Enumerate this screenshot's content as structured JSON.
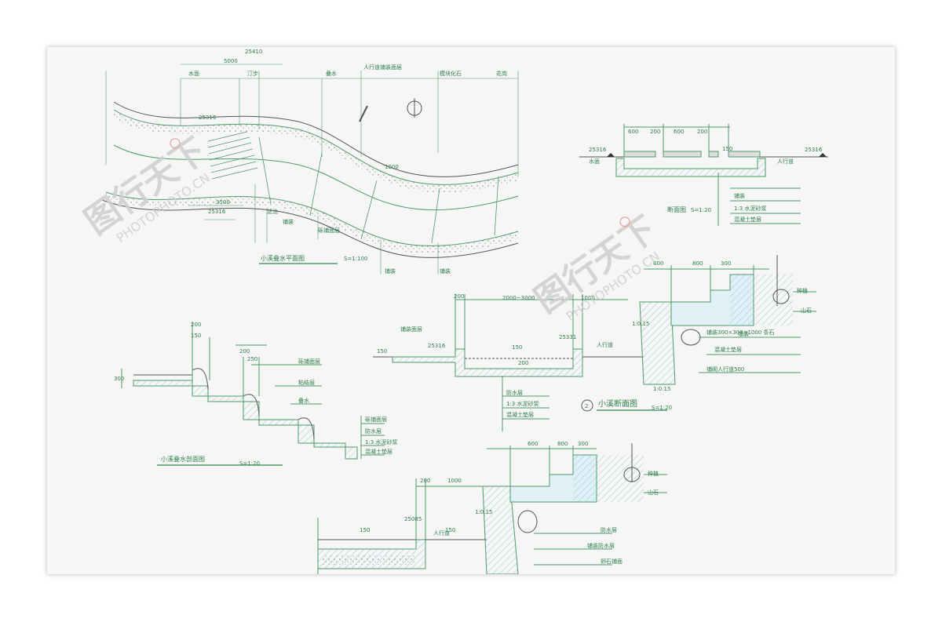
{
  "colors": {
    "line": "#4f9a6b",
    "text": "#2e7d4a",
    "hatch": "#7fb8c8",
    "wmark": "#cfcfcf",
    "ground": "#3a3a3a"
  },
  "watermark": {
    "cn": "图行天下",
    "en": "PHOTOPHOTO.CN"
  },
  "plan": {
    "dims": [
      "25410",
      "5000",
      "25316",
      "3500",
      "25316",
      "1000"
    ],
    "labels": [
      "水面",
      "汀步",
      "叠水",
      "人行道铺装面层",
      "模块化石",
      "花岗",
      "滤池",
      "铺装",
      "砾铺面层",
      "铺装",
      "铺装"
    ],
    "title": "小溪叠水平面图",
    "scale": "S=1:100"
  },
  "section_top": {
    "dims": [
      "600",
      "200",
      "600",
      "200",
      "150"
    ],
    "elev": [
      "25316",
      "25316"
    ],
    "labels": [
      "水面",
      "人行道",
      "铺装",
      "1:3 水泥砂浆",
      "混凝土垫层"
    ],
    "title": "断面图",
    "scale": "S=1:20"
  },
  "cascade": {
    "dims": [
      "200",
      "150",
      "200",
      "300",
      "250"
    ],
    "labels": [
      "砾铺面层",
      "粘结层",
      "叠水",
      "砾铺面层",
      "防水层",
      "1:3 水泥砂浆",
      "混凝土垫层"
    ],
    "title": "小溪叠水剖面图",
    "scale": "S=1:20"
  },
  "stream": {
    "dims": [
      "200",
      "2000~3000",
      "1000",
      "600",
      "800",
      "300",
      "150",
      "150",
      "200",
      "1:0.15",
      "1:0.15"
    ],
    "elev": [
      "25316",
      "25331"
    ],
    "labels": [
      "铺装面层",
      "人行道",
      "种植",
      "山石",
      "铺装300×300×1000 条石",
      "混凝土垫层",
      "防水层",
      "1:3 水泥砂浆",
      "混凝土垫层",
      "铺砌人行道500",
      "铺装"
    ],
    "marker": "2",
    "title": "小溪断面图",
    "scale": "S=1:20"
  },
  "stream2": {
    "dims": [
      "200",
      "1000",
      "150",
      "150",
      "600",
      "800",
      "300",
      "1:0.15"
    ],
    "elev": [
      "25085"
    ],
    "labels": [
      "人行道",
      "种植",
      "山石",
      "防水层",
      "铺装防水层",
      "卵石铺面"
    ]
  }
}
